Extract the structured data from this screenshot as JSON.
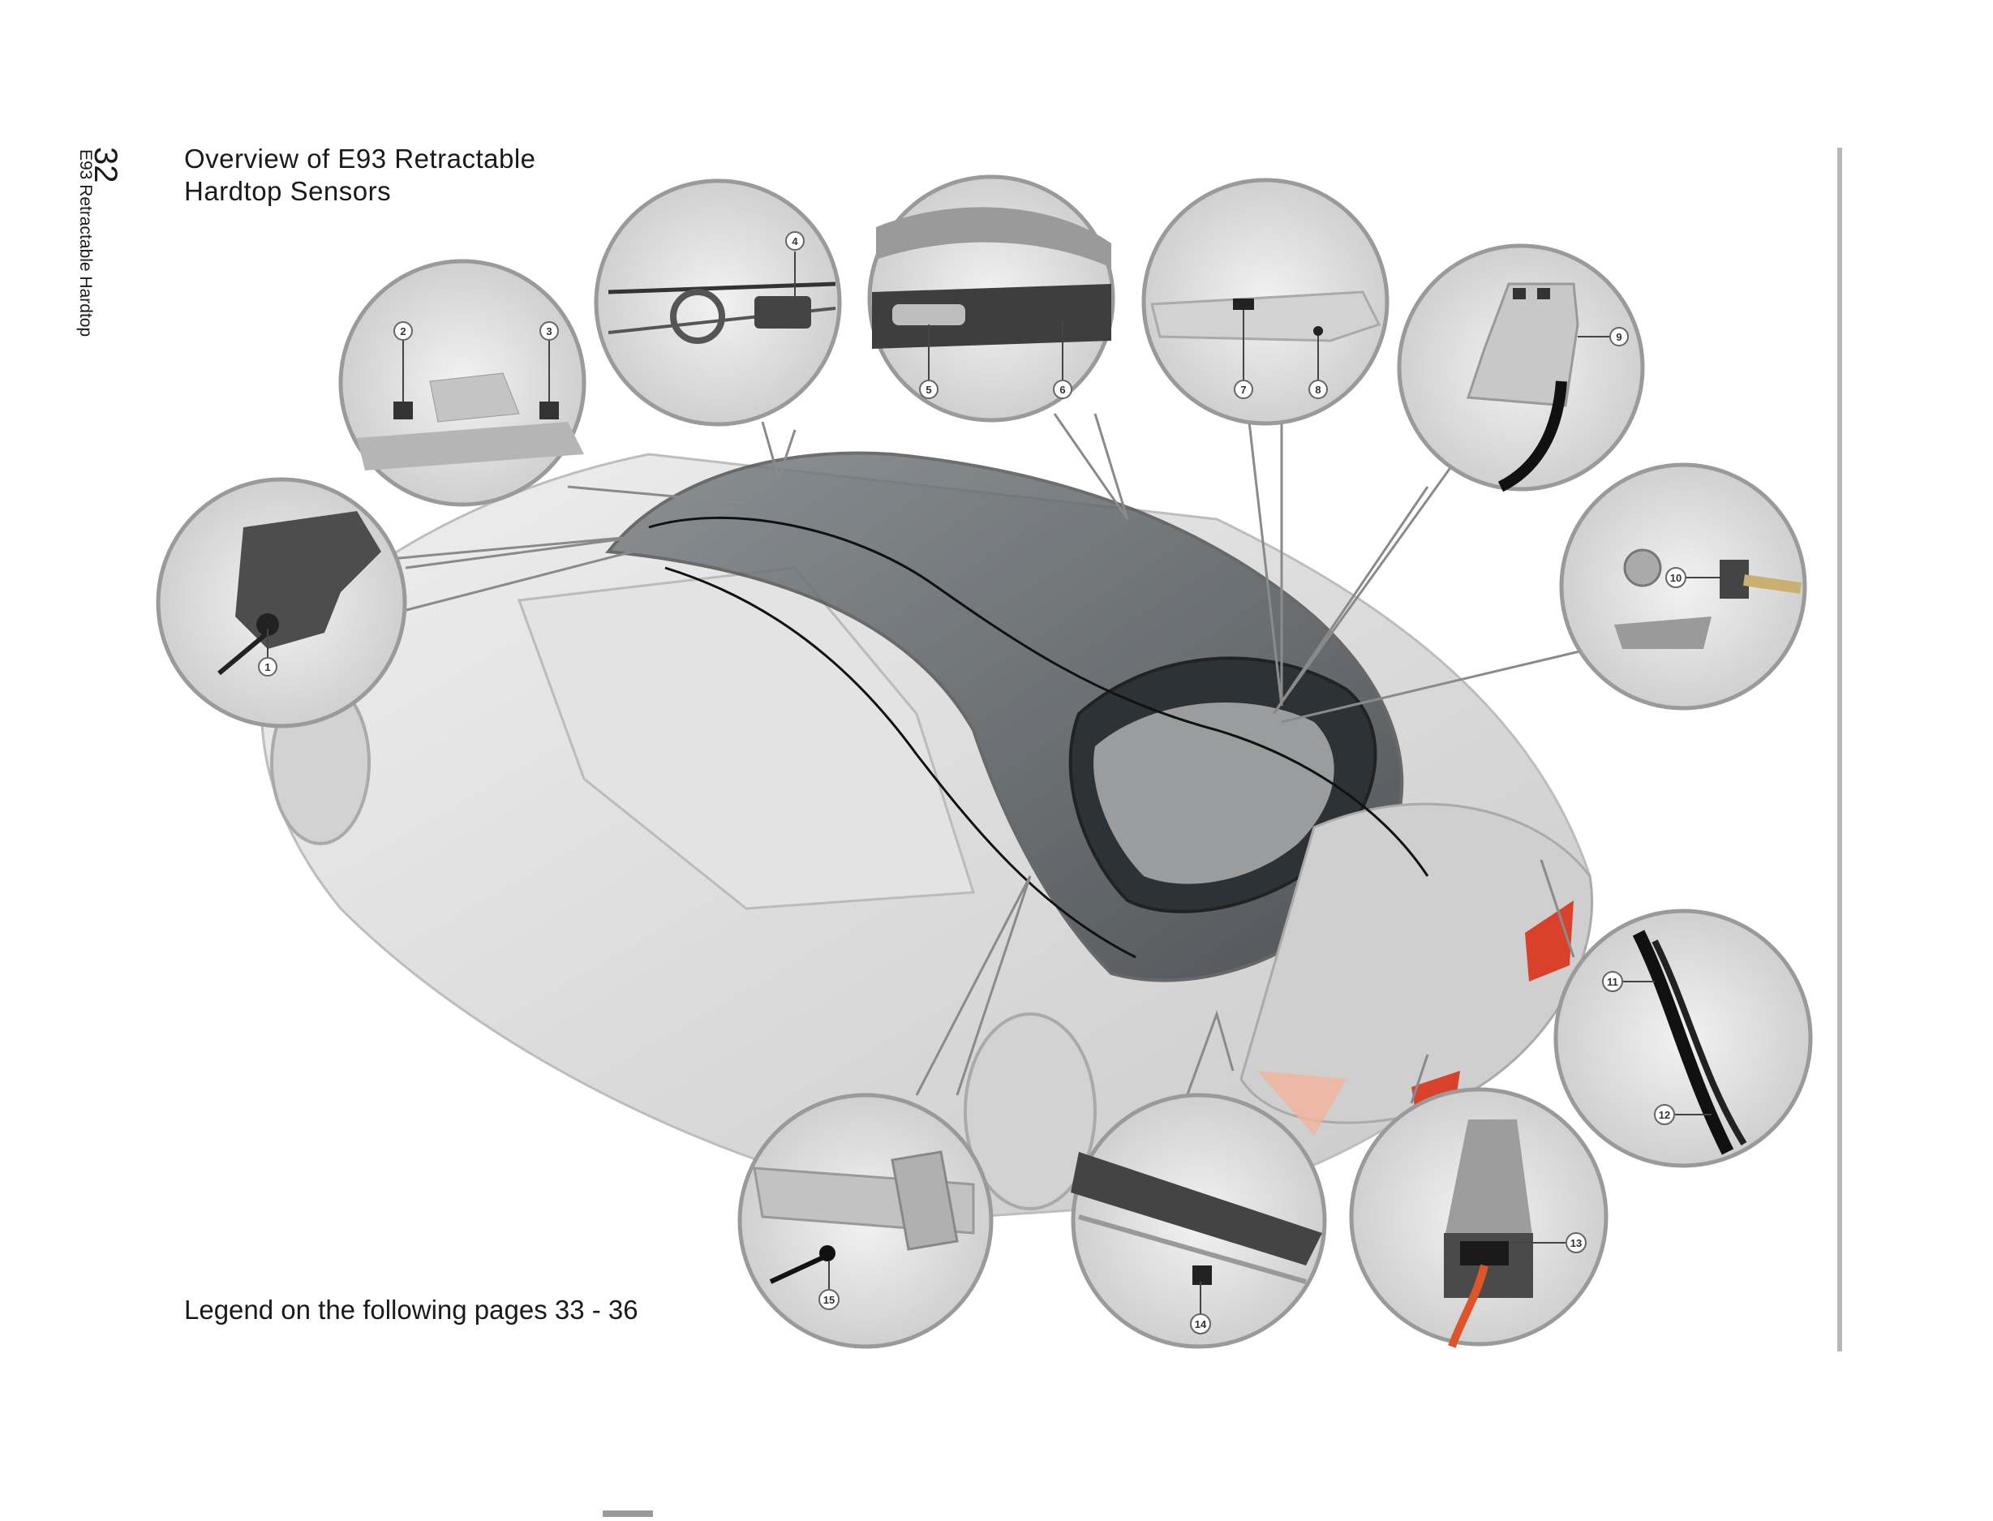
{
  "page": {
    "number": "32",
    "running_head": "E93 Retractable Hardtop"
  },
  "title": {
    "line1": "Overview of E93 Retractable",
    "line2": "Hardtop Sensors"
  },
  "legend_note": "Legend on the following pages 33 - 36",
  "callouts": [
    "1",
    "2",
    "3",
    "4",
    "5",
    "6",
    "7",
    "8",
    "9",
    "10",
    "11",
    "12",
    "13",
    "14",
    "15"
  ],
  "colors": {
    "car_body": "#d6d6d6",
    "glass": "#4f5458",
    "detail_circle_border": "#9a9a9a",
    "rear_light": "#d9412b",
    "orange_cable": "#e0542a",
    "rule": "#b7b7b7"
  }
}
